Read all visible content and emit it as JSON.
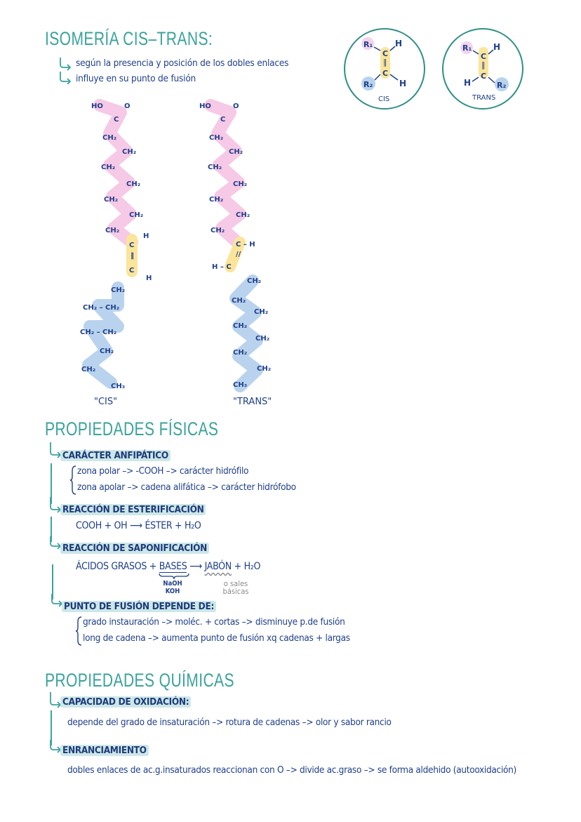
{
  "colors": {
    "title": "#3aa39a",
    "text": "#1f3f8a",
    "highlight": "#cde7e8",
    "pink": "#f6c9e6",
    "yellow": "#fbe59a",
    "blue": "#b9d3ee",
    "note_grey": "#8a8a8a"
  },
  "isomeria": {
    "title": "ISOMERÍA CIS–TRANS:",
    "bullets": [
      "según la presencia y posición de los dobles enlaces",
      "influye en su punto de fusión"
    ],
    "circles": [
      {
        "label": "CIS",
        "top_left": "R₁",
        "top_right": "H",
        "bottom_left": "R₂",
        "bottom_right": "H",
        "carbon_top": "C",
        "carbon_bottom": "C"
      },
      {
        "label": "TRANS",
        "top_left": "R₁",
        "top_right": "H",
        "bottom_left": "H",
        "bottom_right": "R₂",
        "carbon_top": "C",
        "carbon_bottom": "C"
      }
    ],
    "structures": [
      {
        "label": "\"CIS\"",
        "head": [
          "HO",
          "O",
          "C"
        ],
        "pink_chain": [
          "CH₂",
          "CH₂",
          "CH₂",
          "CH₂",
          "CH₂",
          "CH₂",
          "CH₂"
        ],
        "double_bond": [
          "C",
          "C"
        ],
        "h": [
          "H",
          "H"
        ],
        "blue_chain": [
          "CH₂",
          "CH₂ – CH₂",
          "CH₂ – CH₂",
          "CH₂",
          "CH₂",
          "CH₃"
        ]
      },
      {
        "label": "\"TRANS\"",
        "head": [
          "HO",
          "O",
          "C"
        ],
        "pink_chain": [
          "CH₂",
          "CH₂",
          "CH₂",
          "CH₂",
          "CH₂",
          "CH₂",
          "CH₂"
        ],
        "double_bond": [
          "C – H",
          "H – C"
        ],
        "blue_chain": [
          "CH₂",
          "CH₂",
          "CH₂",
          "CH₂",
          "CH₂",
          "CH₂",
          "CH₂",
          "CH₃"
        ]
      }
    ]
  },
  "fisicas": {
    "title": "PROPIEDADES FÍSICAS",
    "sections": [
      {
        "heading": "CARÁCTER ANFIPÁTICO",
        "lines": [
          "zona polar –> -COOH –> carácter hidrófilo",
          "zona apolar –> cadena alifática –> carácter hidrófobo"
        ]
      },
      {
        "heading": "REACCIÓN DE ESTERIFICACIÓN",
        "lines": [
          "COOH + OH ⟶ ÉSTER + H₂O"
        ]
      },
      {
        "heading": "REACCIÓN DE SAPONIFICACIÓN",
        "equation": {
          "left": "ÁCIDOS GRASOS + ",
          "bases": "BASES",
          "arrow": " ⟶ ",
          "jabon": "JABÓN",
          "right": " + H₂O",
          "bases_note": [
            "NaOH",
            "KOH"
          ],
          "jabon_note": [
            "o sales",
            "básicas"
          ]
        }
      },
      {
        "heading": "PUNTO DE FUSIÓN DEPENDE DE:",
        "lines": [
          "grado instauración –> moléc. + cortas –> disminuye p.de fusión",
          "long de cadena –> aumenta punto de fusión xq cadenas + largas"
        ]
      }
    ]
  },
  "quimicas": {
    "title": "PROPIEDADES QUÍMICAS",
    "sections": [
      {
        "heading": "CAPACIDAD DE OXIDACIÓN:",
        "lines": [
          "depende del grado de insaturación –> rotura de cadenas –> olor y sabor rancio"
        ]
      },
      {
        "heading": "ENRANCIAMIENTO",
        "lines": [
          "dobles enlaces de ac.g.insaturados reaccionan con O  –> divide ac.graso –> se forma aldehido (autooxidación)"
        ]
      }
    ]
  }
}
